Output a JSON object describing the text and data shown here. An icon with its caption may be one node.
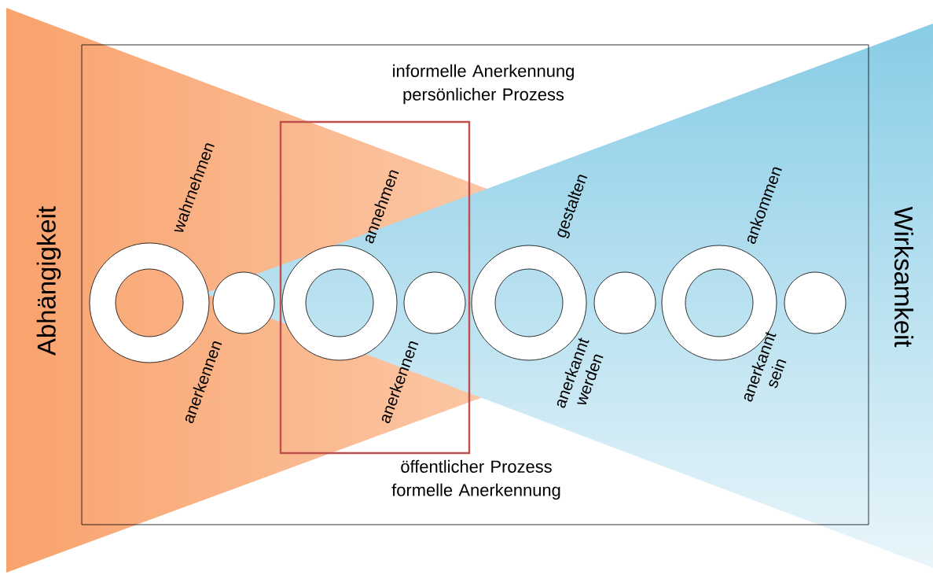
{
  "diagram": {
    "nodes": [
      {
        "text": [
          "informelle Anerkennung persönlicher Prozess",
          "öffentlicher Prozess formelle Anerkennung"
        ]
      },
      {
        "text": [],
        "shape": "box",
        "in": 0
      },
      {
        "text": [],
        "shape": "ring",
        "in": 0,
        "beside": [
          "wahrnehmen"
        ]
      },
      {
        "text": [],
        "shape": "circle",
        "in": 0,
        "beside": [
          "anerkennen"
        ]
      },
      {
        "text": [],
        "shape": "ring",
        "in": 1,
        "beside": [
          "annehmen"
        ]
      },
      {
        "text": [],
        "shape": "circle",
        "in": 1,
        "beside": [
          "anerkennen"
        ]
      },
      {
        "text": [],
        "shape": "ring",
        "in": 0,
        "beside": [
          "gestalten"
        ]
      },
      {
        "text": [],
        "shape": "circle",
        "in": 0,
        "beside": [
          "anerkannt werden"
        ]
      },
      {
        "text": [],
        "shape": "ring",
        "in": 0,
        "beside": [
          "ankommen"
        ]
      },
      {
        "text": [],
        "shape": "circle",
        "in": 0,
        "beside": [
          "anerkannt sein"
        ]
      }
    ],
    "labels": [
      "Abhängigkeit",
      "Wirksamkeit"
    ]
  }
}
